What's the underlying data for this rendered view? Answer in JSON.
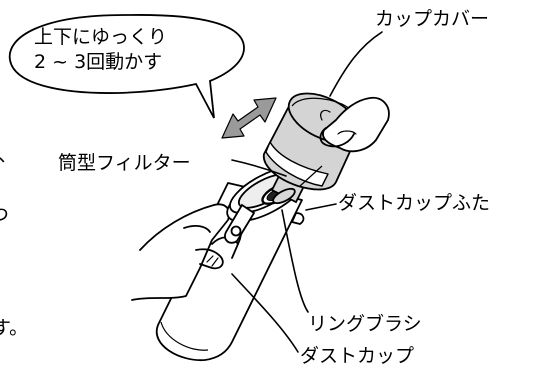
{
  "instruction_bubble": {
    "line1": "上下にゆっくり",
    "line2": "2 ~ 3回動かす"
  },
  "labels": {
    "cup_cover": "カップカバー",
    "tubular_filter": "筒型フィルター",
    "dust_cup_lid": "ダストカップふた",
    "ring_brush": "リングブラシ",
    "dust_cup": "ダストカップ"
  },
  "cropped_edge_text": {
    "comma": "、",
    "mark": "つ",
    "period": "す。"
  },
  "colors": {
    "line": "#000000",
    "cup_cover_fill": "#d4d4d4",
    "cup_cover_band": "#ffffff",
    "filter_fill": "#d8d8d8",
    "arrow_fill": "#9a9a9a"
  }
}
